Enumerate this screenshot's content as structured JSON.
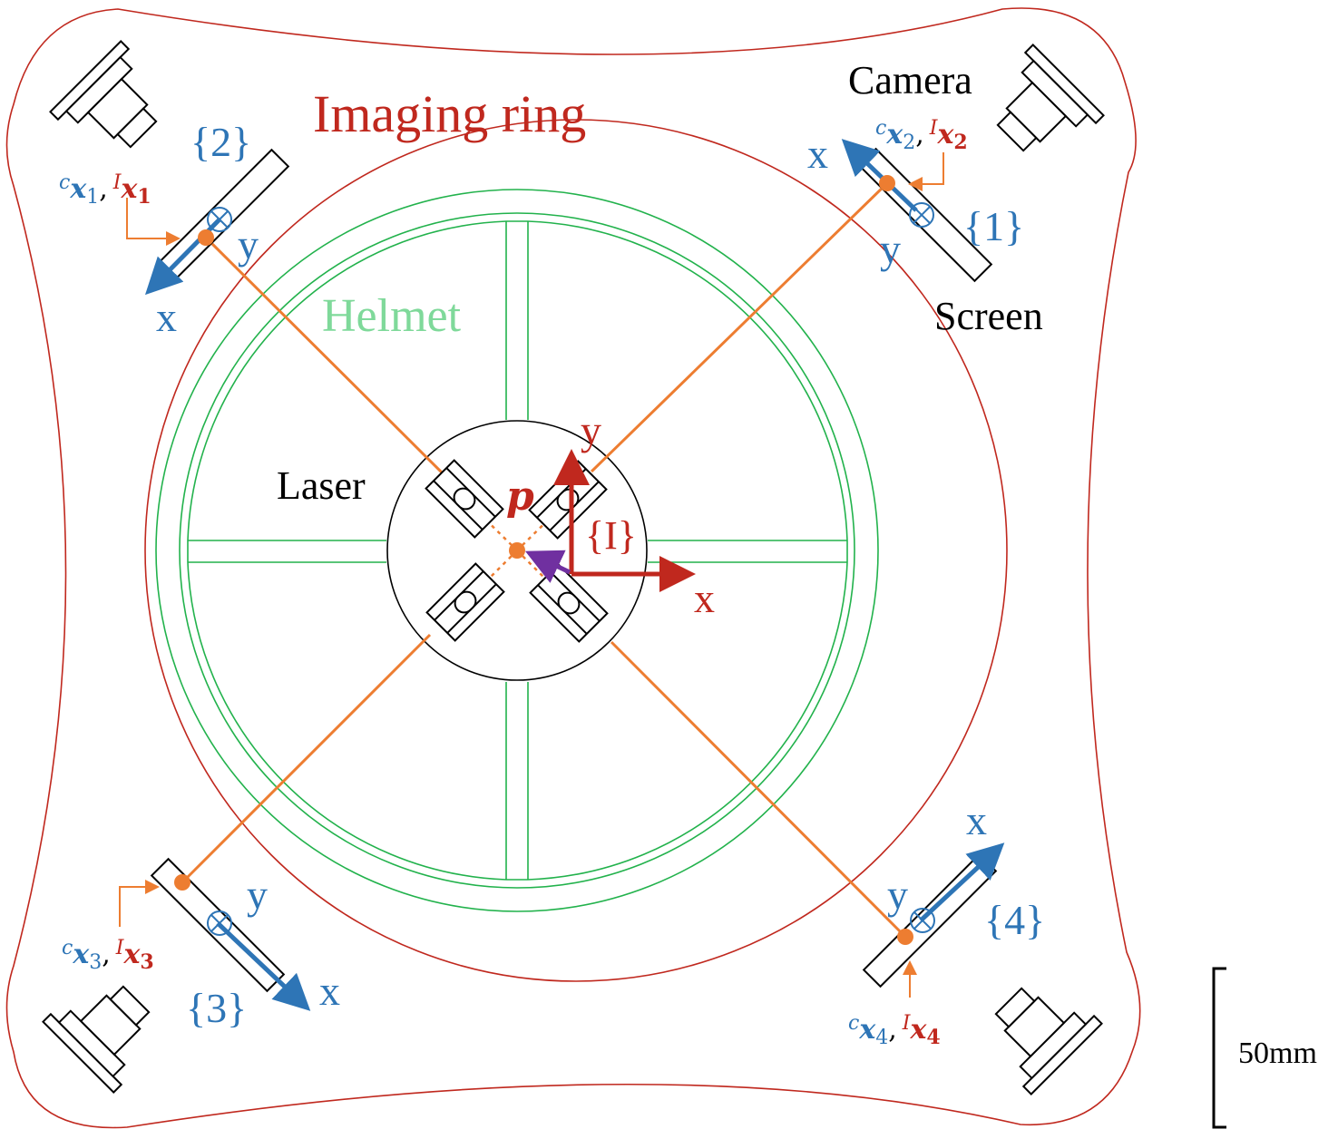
{
  "labels": {
    "imaging_ring": "Imaging ring",
    "helmet": "Helmet",
    "laser": "Laser",
    "camera": "Camera",
    "screen": "Screen",
    "p": "p",
    "frame_I": "{I}",
    "scale": "50mm"
  },
  "frames": [
    {
      "id": "1",
      "label": "{1}",
      "x_label": "x",
      "y_label": "y"
    },
    {
      "id": "2",
      "label": "{2}",
      "x_label": "x",
      "y_label": "y"
    },
    {
      "id": "3",
      "label": "{3}",
      "x_label": "x",
      "y_label": "y"
    },
    {
      "id": "4",
      "label": "{4}",
      "x_label": "x",
      "y_label": "y"
    }
  ],
  "point_labels": [
    {
      "c_sup": "c",
      "x_vec": "x",
      "sub": "1",
      "i_sup": "I",
      "sep": ","
    },
    {
      "c_sup": "c",
      "x_vec": "x",
      "sub": "2",
      "i_sup": "I",
      "sep": ","
    },
    {
      "c_sup": "c",
      "x_vec": "x",
      "sub": "3",
      "i_sup": "I",
      "sep": ","
    },
    {
      "c_sup": "c",
      "x_vec": "x",
      "sub": "4",
      "i_sup": "I",
      "sep": ","
    }
  ],
  "axes_I": {
    "x_label": "x",
    "y_label": "y"
  },
  "colors": {
    "ring": "#c0281e",
    "helmet": "#22b24c",
    "ray": "#ed7d31",
    "screen_axis": "#2e75b6",
    "frame_I": "#c0281e",
    "vector_p": "#7030a0",
    "line": "#000000"
  }
}
